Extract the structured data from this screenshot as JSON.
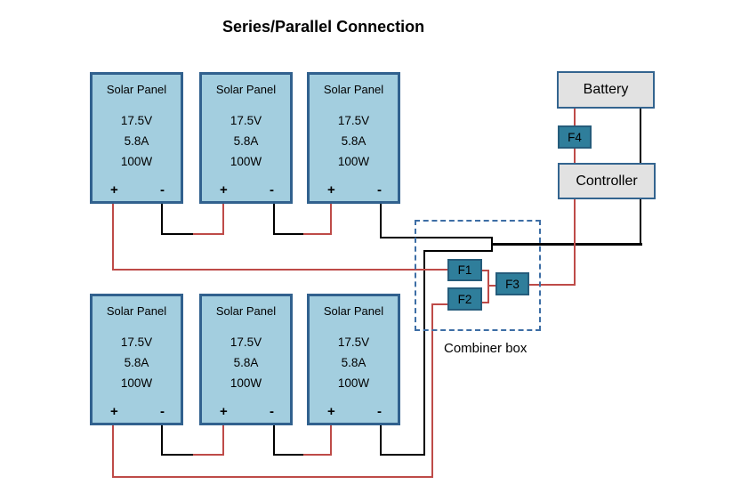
{
  "title": "Series/Parallel Connection",
  "colors": {
    "panel_fill": "#A3CEDF",
    "panel_border": "#31618E",
    "fuse_fill": "#2F7E9B",
    "fuse_border": "#255C7B",
    "box_fill": "#E2E2E2",
    "box_border": "#33648F",
    "dashed_border": "#3D6EA5",
    "wire_red": "#BE4B48",
    "wire_black": "#000000"
  },
  "panels": [
    {
      "label": "Solar Panel",
      "voltage": "17.5V",
      "current": "5.8A",
      "power": "100W",
      "plus": "+",
      "minus": "-"
    },
    {
      "label": "Solar Panel",
      "voltage": "17.5V",
      "current": "5.8A",
      "power": "100W",
      "plus": "+",
      "minus": "-"
    },
    {
      "label": "Solar Panel",
      "voltage": "17.5V",
      "current": "5.8A",
      "power": "100W",
      "plus": "+",
      "minus": "-"
    },
    {
      "label": "Solar Panel",
      "voltage": "17.5V",
      "current": "5.8A",
      "power": "100W",
      "plus": "+",
      "minus": "-"
    },
    {
      "label": "Solar Panel",
      "voltage": "17.5V",
      "current": "5.8A",
      "power": "100W",
      "plus": "+",
      "minus": "-"
    },
    {
      "label": "Solar Panel",
      "voltage": "17.5V",
      "current": "5.8A",
      "power": "100W",
      "plus": "+",
      "minus": "-"
    }
  ],
  "battery": {
    "label": "Battery"
  },
  "controller": {
    "label": "Controller"
  },
  "fuses": {
    "f1": "F1",
    "f2": "F2",
    "f3": "F3",
    "f4": "F4"
  },
  "combiner": {
    "label": "Combiner box"
  }
}
